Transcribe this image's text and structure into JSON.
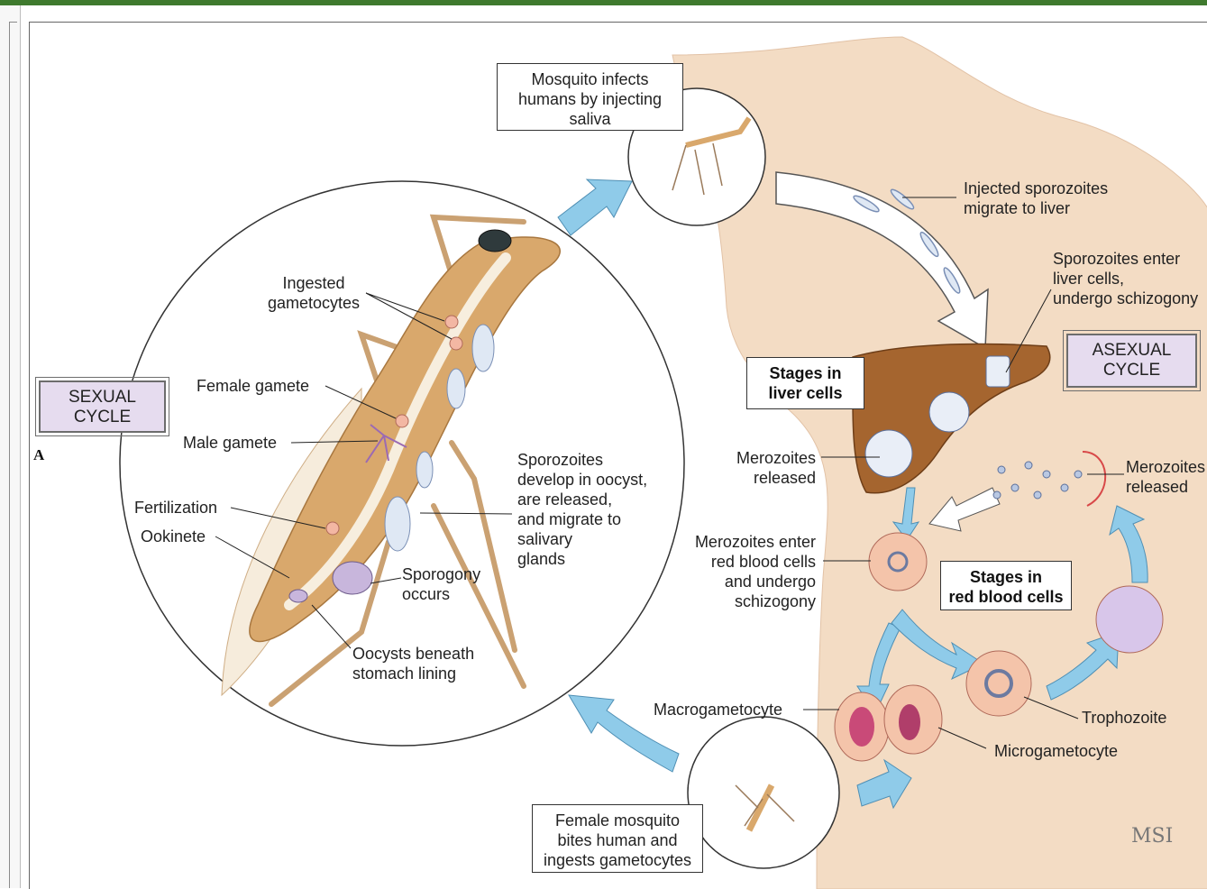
{
  "figure_letter": "A",
  "cycles": {
    "sexual": "SEXUAL\nCYCLE",
    "asexual": "ASEXUAL\nCYCLE"
  },
  "boxes": {
    "mosquito_infects": "Mosquito infects\nhumans by injecting\nsaliva",
    "female_bites": "Female mosquito\nbites human and\ningests gametocytes",
    "stages_liver": "Stages in\nliver cells",
    "stages_rbc": "Stages in\nred blood cells"
  },
  "labels": {
    "ingested_gametocytes": "Ingested\ngametocytes",
    "female_gamete": "Female gamete",
    "male_gamete": "Male gamete",
    "fertilization": "Fertilization",
    "ookinete": "Ookinete",
    "sporogony": "Sporogony\noccurs",
    "oocysts": "Oocysts beneath\nstomach lining",
    "sporozoites_develop": "Sporozoites\ndevelop in oocyst,\nare released,\nand migrate to\nsalivary\nglands",
    "injected_sporozoites": "Injected sporozoites\nmigrate to liver",
    "sporozoites_enter": "Sporozoites enter\nliver cells,\nundergo schizogony",
    "merozoites_released_left": "Merozoites\nreleased",
    "merozoites_released_right": "Merozoites\nreleased",
    "merozoites_enter": "Merozoites enter\nred blood cells\nand undergo\nschizogony",
    "macrogametocyte": "Macrogametocyte",
    "trophozoite": "Trophozoite",
    "microgametocyte": "Microgametocyte"
  },
  "signature": "MSI",
  "colors": {
    "arrow_fill": "#8fcbe9",
    "mosquito_body": "#d9a86c",
    "liver": "#a5652f",
    "skin": "#f3dcc4",
    "purple_box": "#e6dcef",
    "rbc": "#f4c4aa"
  }
}
